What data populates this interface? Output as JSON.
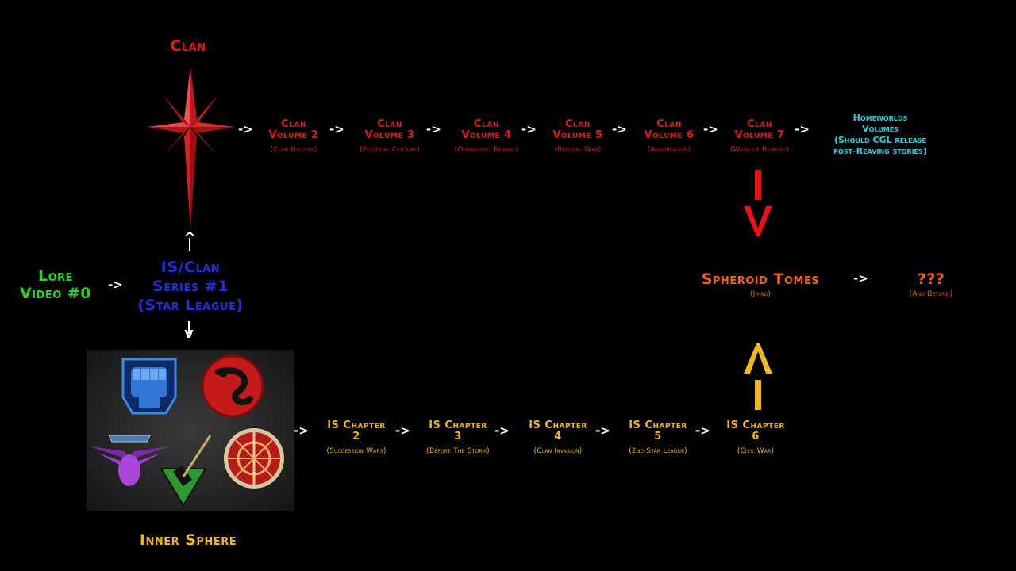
{
  "clan_label": "Clan",
  "lore_video": {
    "line1": "Lore",
    "line2": "Video #0"
  },
  "series1": {
    "line1": "IS/Clan",
    "line2": "Series #1",
    "line3": "(Star League)"
  },
  "inner_sphere_label": "Inner Sphere",
  "arrows": {
    "right": "->",
    "up": "^",
    "down": "v"
  },
  "clan_volumes": [
    {
      "line1": "Clan",
      "line2": "Volume 2",
      "sub": "(Clan History)"
    },
    {
      "line1": "Clan",
      "line2": "Volume 3",
      "sub": "(Political Century)"
    },
    {
      "line1": "Clan",
      "line2": "Volume 4",
      "sub": "(Operation: Revival)"
    },
    {
      "line1": "Clan",
      "line2": "Volume 5",
      "sub": "(Refusal War)"
    },
    {
      "line1": "Clan",
      "line2": "Volume 6",
      "sub": "(Annihilation)"
    },
    {
      "line1": "Clan",
      "line2": "Volume 7",
      "sub": "(Wars of Reaving)"
    }
  ],
  "homeworlds": {
    "line1": "Homeworlds",
    "line2": "Volumes",
    "line3": "(Should CGL release",
    "line4": "post-Reaving stories)"
  },
  "is_chapters": [
    {
      "line1": "IS Chapter",
      "line2": "2",
      "sub": "(Succession Wars)"
    },
    {
      "line1": "IS Chapter",
      "line2": "3",
      "sub": "(Before The Storm)"
    },
    {
      "line1": "IS Chapter",
      "line2": "4",
      "sub": "(Clan Invasion)"
    },
    {
      "line1": "IS Chapter",
      "line2": "5",
      "sub": "(2nd Star League)"
    },
    {
      "line1": "IS Chapter",
      "line2": "6",
      "sub": "(Civil War)"
    }
  ],
  "spheroid": {
    "title": "Spheroid Tomes",
    "sub": "(Jihad)"
  },
  "beyond": {
    "title": "???",
    "sub": "(And Beyond)"
  },
  "colors": {
    "clan": "#e01818",
    "series": "#1f2fe0",
    "lore": "#20d820",
    "homeworlds": "#22d4e6",
    "inner_sphere": "#f0b818",
    "spheroid": "#f06010"
  },
  "icons": [
    "clan-star-icon",
    "davion-fist-icon",
    "kurita-dragon-icon",
    "marik-eagle-icon",
    "liao-sword-icon",
    "steiner-gauntlet-icon",
    "red-down-arrow-icon",
    "yellow-up-arrow-icon"
  ]
}
